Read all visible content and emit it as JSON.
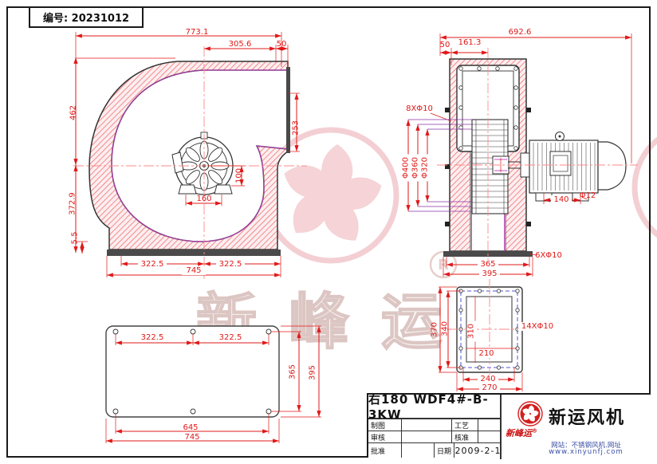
{
  "page": {
    "doc_no": "编号: 20231012"
  },
  "front_view": {
    "dims": {
      "total_width": "773.1",
      "outlet_to_center": "305.6",
      "flange_offset": "50",
      "height_top": "462",
      "outlet_flange_h": "253",
      "height_bottom": "372.9",
      "base_lip": "5.5",
      "bolt_span_left": "322.5",
      "bolt_span_right": "322.5",
      "base_width": "745",
      "hub_span": "160",
      "hub_drop": "100"
    }
  },
  "side_view": {
    "dims": {
      "total_length": "692.6",
      "inlet_offset": "50",
      "inlet_to_center": "161.3",
      "bolt_note_top": "8XΦ10",
      "dia_outer": "Φ400",
      "dia_mid": "Φ360",
      "dia_inner": "Φ320",
      "motor_feet": "140",
      "foot_hole": "Φ12",
      "base_bolt_span": "365",
      "base_width": "395",
      "bolt_note_base": "6XΦ10"
    }
  },
  "outlet_flange_view": {
    "dims": {
      "outer_h": "370",
      "bolt_h": "340",
      "inner_h": "310",
      "inner_w": "210",
      "bolt_w": "240",
      "outer_w": "270",
      "bolt_note": "14XΦ10"
    }
  },
  "base_plate_view": {
    "dims": {
      "span_left": "322.5",
      "span_right": "322.5",
      "hole_span": "365",
      "plate_depth": "395",
      "hole_width": "645",
      "plate_width": "745"
    }
  },
  "title_block": {
    "model": "右180 WDF4#-B-3KW",
    "fields": {
      "drawn": "制图",
      "process": "工艺",
      "checked": "审核",
      "approved": "核准",
      "ratified": "批准",
      "date_label": "日期",
      "date": "2009-2-1"
    },
    "brand": {
      "name": "新运风机",
      "logo_script": "新峰运",
      "reg": "®",
      "line1": "网站：不锈钢风机.网址",
      "line2": "www.xinyunfj.com"
    }
  },
  "watermark": {
    "script": "新峰运",
    "reg": "R"
  }
}
